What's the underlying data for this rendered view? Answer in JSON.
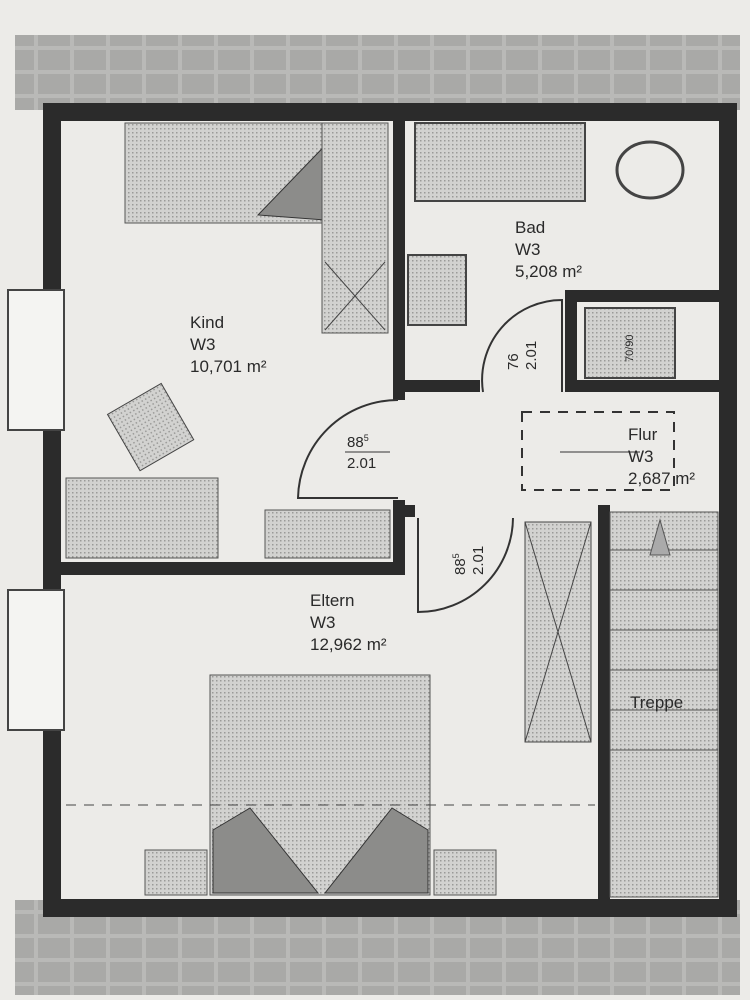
{
  "rooms": {
    "kind": {
      "name": "Kind",
      "type": "W3",
      "area": "10,701 m²"
    },
    "bad": {
      "name": "Bad",
      "type": "W3",
      "area": "5,208 m²"
    },
    "flur": {
      "name": "Flur",
      "type": "W3",
      "area": "2,687 m²"
    },
    "eltern": {
      "name": "Eltern",
      "type": "W3",
      "area": "12,962 m²"
    },
    "treppe": {
      "name": "Treppe"
    }
  },
  "doors": {
    "kind": {
      "width": "88",
      "width_sup": "5",
      "height": "2.01"
    },
    "eltern": {
      "width": "88",
      "width_sup": "5",
      "height": "2.01"
    },
    "bad": {
      "width": "76",
      "height": "2.01"
    }
  },
  "fixtures": {
    "shower_size": "70/90"
  },
  "colors": {
    "wall": "#2b2b2b",
    "paper": "#ecebe8",
    "furniture": "#c9c9c7"
  }
}
